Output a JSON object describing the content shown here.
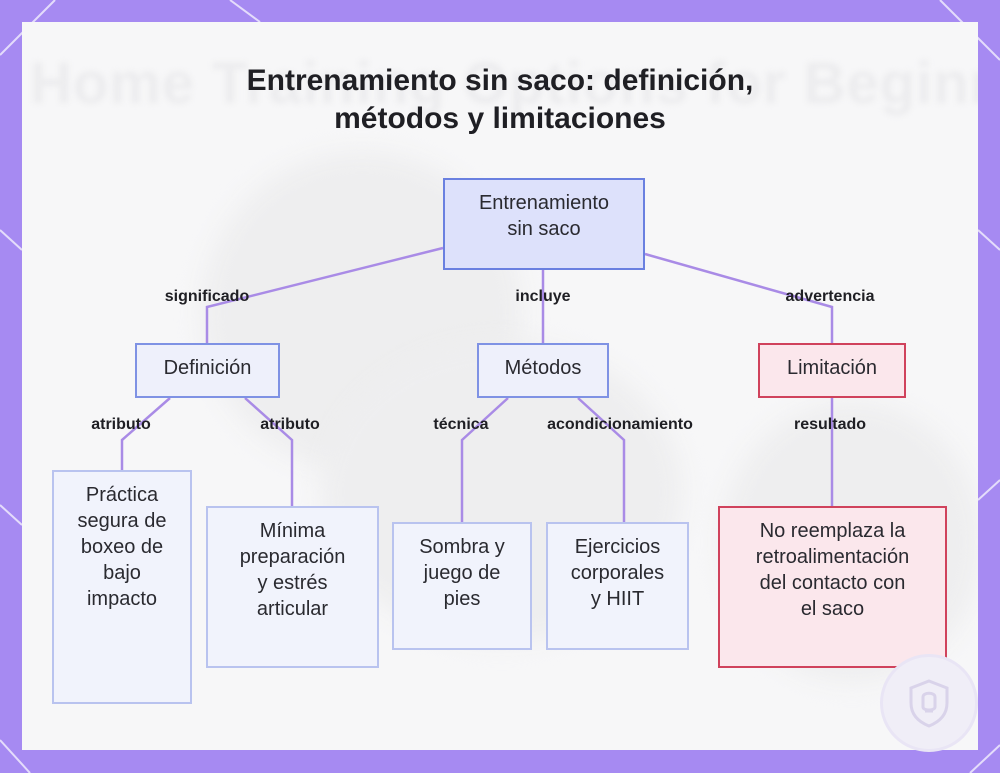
{
  "title": {
    "line1": "Entrenamiento sin saco: definición,",
    "line2": "métodos y limitaciones"
  },
  "background_title": "Home Training Options for Beginners",
  "nodes": {
    "root": {
      "lines": [
        "Entrenamiento",
        "sin saco"
      ]
    },
    "definicion": {
      "lines": [
        "Definición"
      ]
    },
    "metodos": {
      "lines": [
        "Métodos"
      ]
    },
    "limitacion": {
      "lines": [
        "Limitación"
      ]
    },
    "practica": {
      "lines": [
        "Práctica",
        "segura de",
        "boxeo de",
        "bajo",
        "impacto"
      ]
    },
    "minima": {
      "lines": [
        "Mínima",
        "preparación",
        "y estrés",
        "articular"
      ]
    },
    "sombra": {
      "lines": [
        "Sombra y",
        "juego de",
        "pies"
      ]
    },
    "ejercicios": {
      "lines": [
        "Ejercicios",
        "corporales",
        "y HIIT"
      ]
    },
    "reemplaza": {
      "lines": [
        "No reemplaza la",
        "retroalimentación",
        "del contacto con",
        "el saco"
      ]
    }
  },
  "edge_labels": {
    "significado": "significado",
    "incluye": "incluye",
    "advertencia": "advertencia",
    "atributo1": "atributo",
    "atributo2": "atributo",
    "tecnica": "técnica",
    "acondicionamiento": "acondicionamiento",
    "resultado": "resultado"
  },
  "colors": {
    "frame": "#a68af2",
    "edge": "#a98be6",
    "blue_border": "#7f92e4",
    "red_border": "#d0425c"
  },
  "icons": {
    "badge": "shield-glove-icon"
  }
}
